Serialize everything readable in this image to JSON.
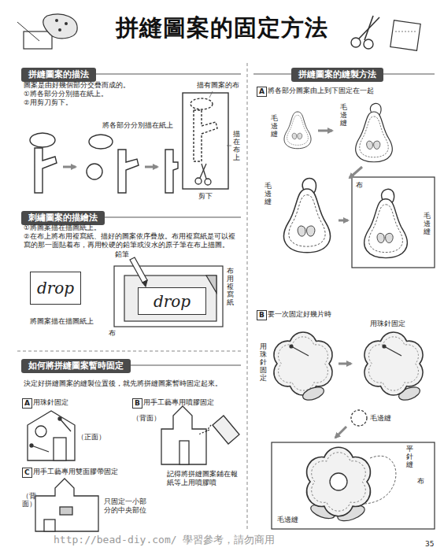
{
  "diagram": {
    "title": "拼縫圖案的固定方法",
    "nodes": [
      {
        "text": [
          "拼縫圖案的描法"
        ]
      },
      {
        "text": [
          "刺繡圖案的描繪法"
        ]
      },
      {
        "text": [
          "drop"
        ]
      },
      {
        "text": [
          "drop"
        ]
      },
      {
        "text": [
          "如何將拼縫圖案暫時固定"
        ]
      },
      {
        "text": [
          "拼縫圖案的縫製方法"
        ]
      }
    ],
    "labels": [
      "圖案是由好幾個部分交疊而成的。",
      "①將各部分分別描在紙上。",
      "②用剪刀剪下。",
      "將各部分分別描在紙上",
      "描有圖案的布",
      "描在布上",
      "剪下",
      "①將圖案描在描圖紙上。",
      "②在布上將布用複寫紙、描好的圖案依序疊放。布用複寫紙是可以複寫的那一面貼着布，再用較硬的鉛筆或沒水的原子筆在布上描圖。",
      "將圖案描在描圖紙上",
      "鉛筆",
      "布用複寫紙",
      "布",
      "決定好拼縫圖案的縫製位置後，就先將拼縫圖案暫時固定起來。",
      "A",
      "用珠針固定",
      "（正面）",
      "B",
      "用手工藝專用噴膠固定",
      "（背面）",
      "記得將拼縫圖案鋪在報紙等上用噴膠噴",
      "C",
      "用手工藝專用雙面膠帶固定",
      "（背面）",
      "只固定一小部分的中央部位",
      "A",
      "將各部分圖案由上到下固定在一起",
      "毛邊縫",
      "毛邊縫",
      "毛邊縫",
      "布",
      "毛邊縫",
      "B",
      "要一次固定好幾片時",
      "用珠針固定",
      "用珠針固定",
      "毛邊縫",
      "平針縫",
      "布",
      "毛邊縫",
      "http://bead-diy.com/ 學習參考，請勿商用",
      "35"
    ]
  }
}
